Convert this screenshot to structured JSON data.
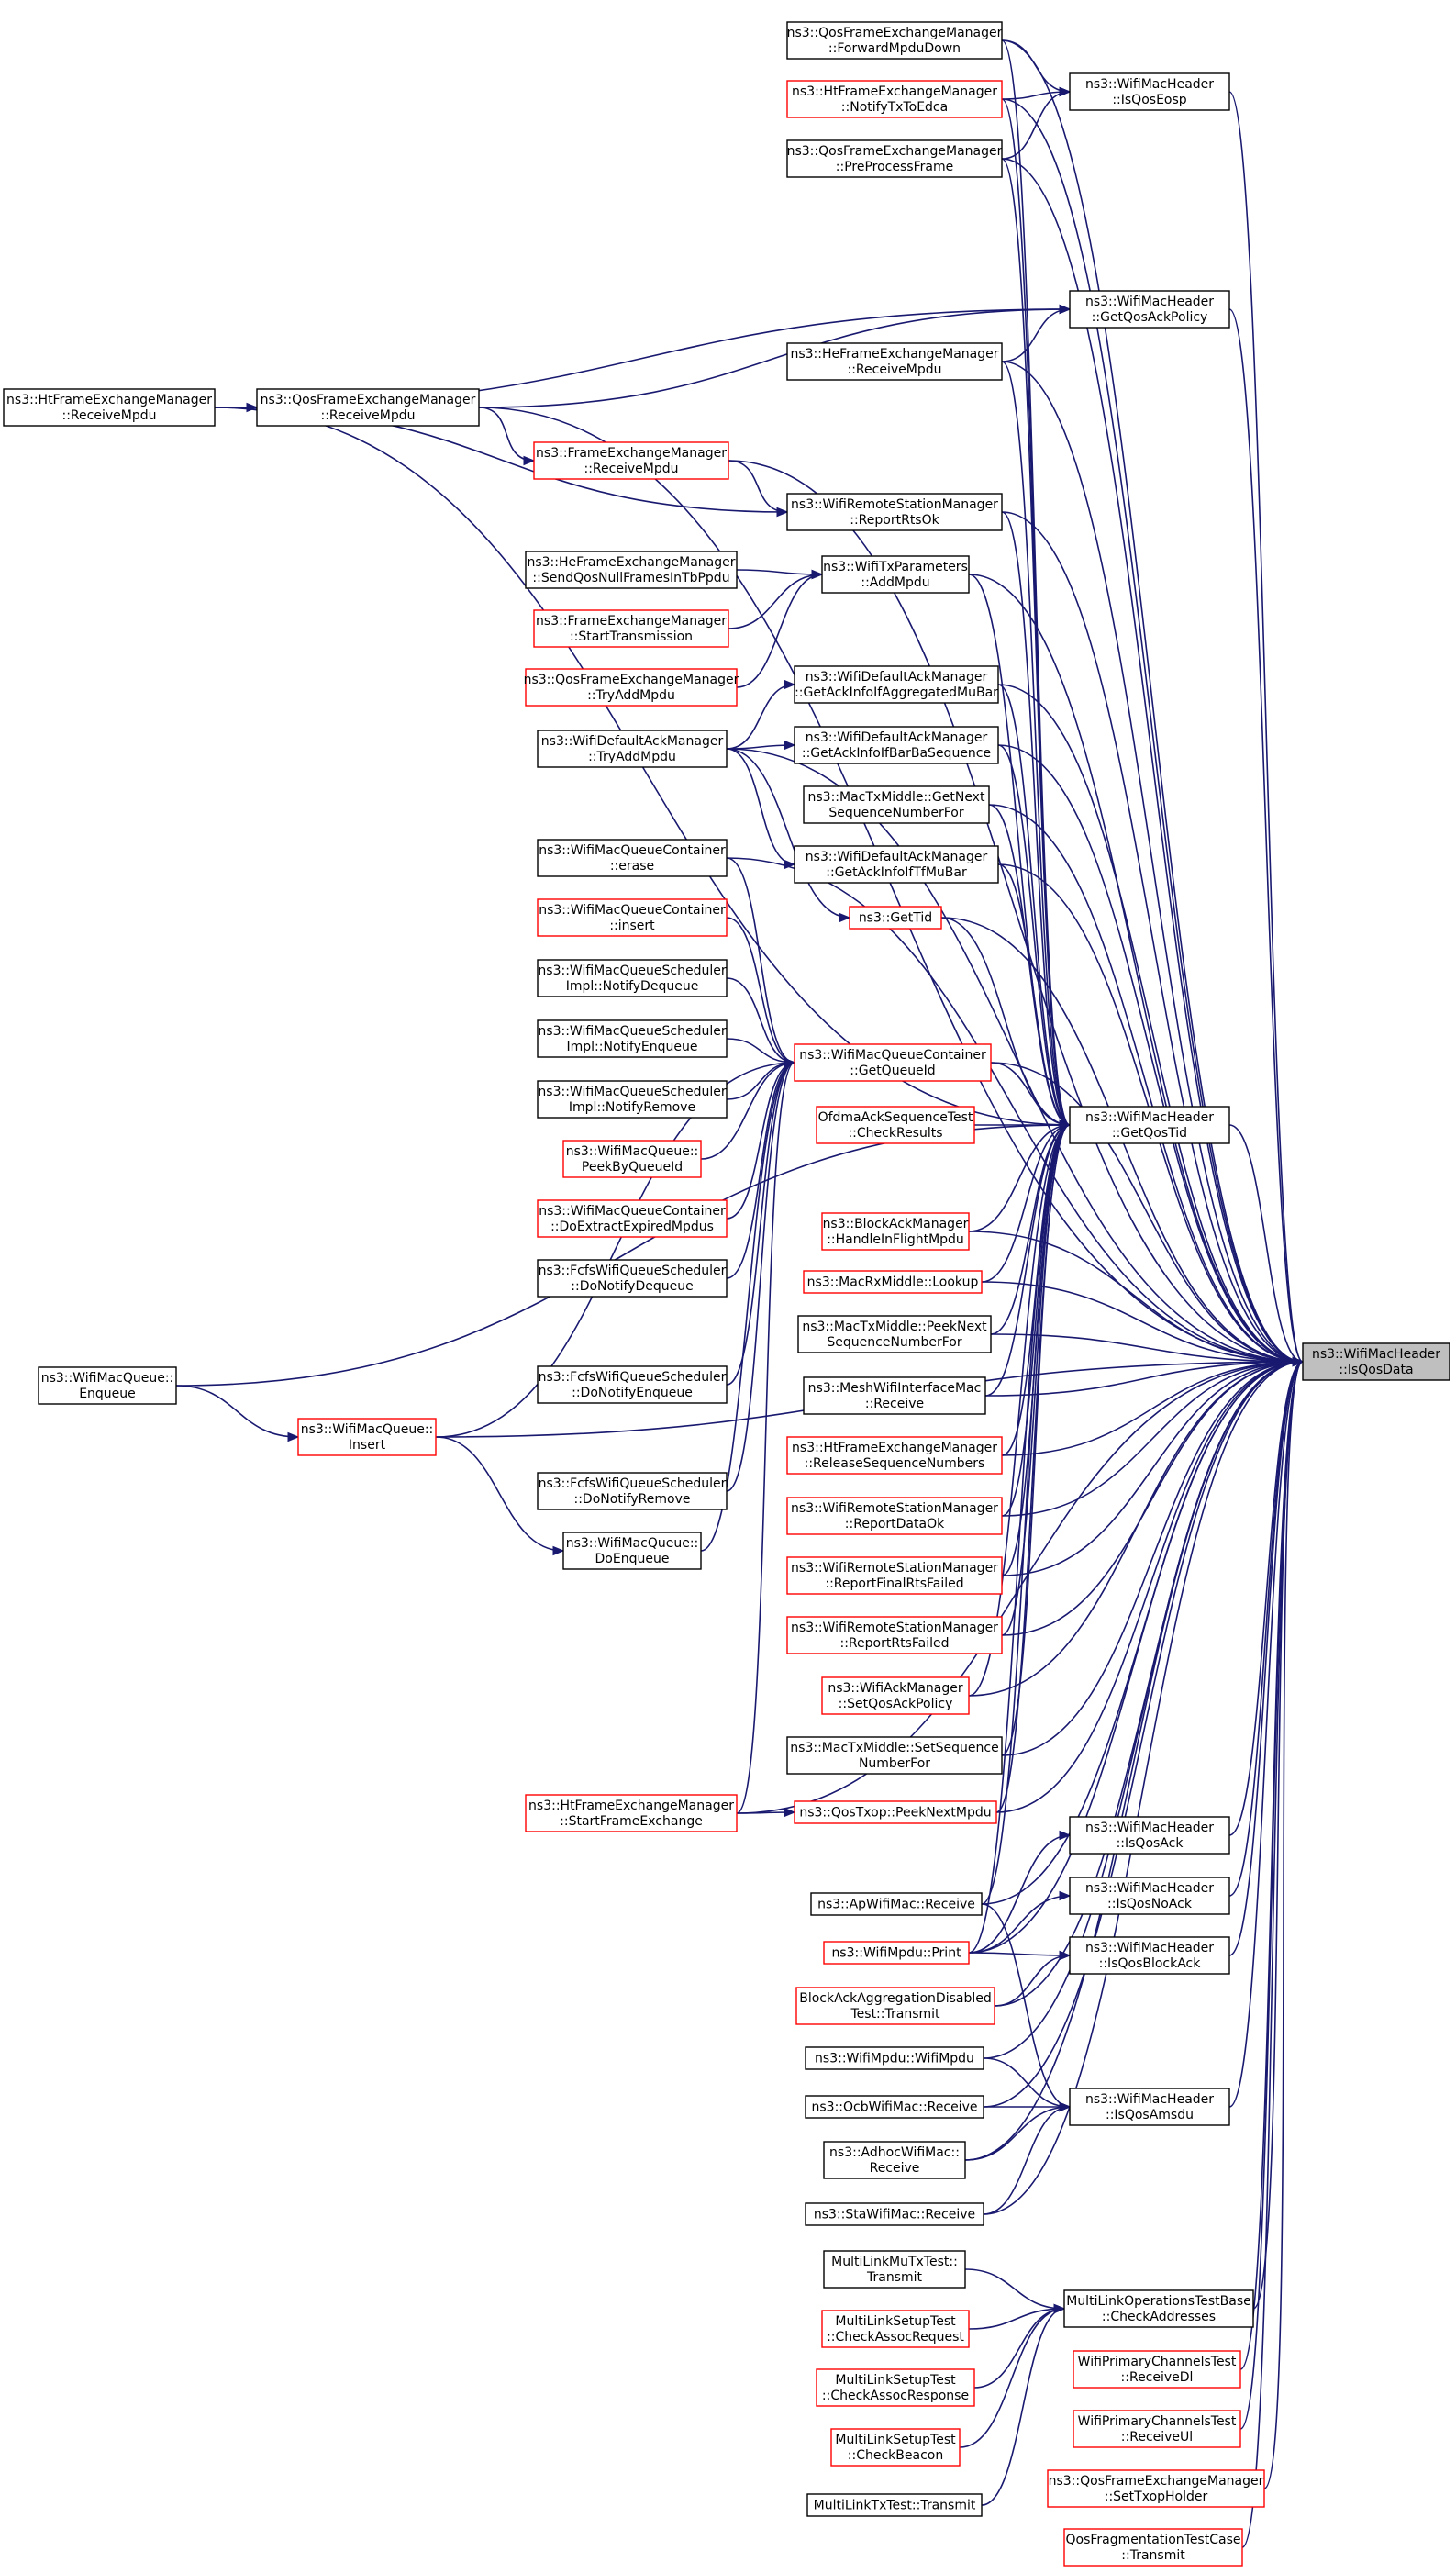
{
  "colors": {
    "edge": "#191970",
    "border_default": "#000000",
    "border_red": "#ff0000",
    "focus_fill": "#bfbfbf",
    "background": "#ffffff"
  },
  "focus": "isqosdata",
  "nodes": [
    {
      "id": "fwd",
      "lines": [
        "ns3::QosFrameExchangeManager",
        "::ForwardMpduDown"
      ],
      "border": "black"
    },
    {
      "id": "notifytx",
      "lines": [
        "ns3::HtFrameExchangeManager",
        "::NotifyTxToEdca"
      ],
      "border": "red"
    },
    {
      "id": "preproc",
      "lines": [
        "ns3::QosFrameExchangeManager",
        "::PreProcessFrame"
      ],
      "border": "black"
    },
    {
      "id": "isqoseosp",
      "lines": [
        "ns3::WifiMacHeader",
        "::IsQosEosp"
      ],
      "border": "black"
    },
    {
      "id": "getqosack",
      "lines": [
        "ns3::WifiMacHeader",
        "::GetQosAckPolicy"
      ],
      "border": "black"
    },
    {
      "id": "herecv",
      "lines": [
        "ns3::HeFrameExchangeManager",
        "::ReceiveMpdu"
      ],
      "border": "black"
    },
    {
      "id": "htrecv",
      "lines": [
        "ns3::HtFrameExchangeManager",
        "::ReceiveMpdu"
      ],
      "border": "black"
    },
    {
      "id": "qosrecv",
      "lines": [
        "ns3::QosFrameExchangeManager",
        "::ReceiveMpdu"
      ],
      "border": "black"
    },
    {
      "id": "ferecv",
      "lines": [
        "ns3::FrameExchangeManager",
        "::ReceiveMpdu"
      ],
      "border": "red"
    },
    {
      "id": "reportrts",
      "lines": [
        "ns3::WifiRemoteStationManager",
        "::ReportRtsOk"
      ],
      "border": "black"
    },
    {
      "id": "sendqosnull",
      "lines": [
        "ns3::HeFrameExchangeManager",
        "::SendQosNullFramesInTbPpdu"
      ],
      "border": "black"
    },
    {
      "id": "starttx",
      "lines": [
        "ns3::FrameExchangeManager",
        "::StartTransmission"
      ],
      "border": "red"
    },
    {
      "id": "qostryadd",
      "lines": [
        "ns3::QosFrameExchangeManager",
        "::TryAddMpdu"
      ],
      "border": "red"
    },
    {
      "id": "txaddmpdu",
      "lines": [
        "ns3::WifiTxParameters",
        "::AddMpdu"
      ],
      "border": "black"
    },
    {
      "id": "acktryadd",
      "lines": [
        "ns3::WifiDefaultAckManager",
        "::TryAddMpdu"
      ],
      "border": "black"
    },
    {
      "id": "ackmubar",
      "lines": [
        "ns3::WifiDefaultAckManager",
        "::GetAckInfoIfAggregatedMuBar"
      ],
      "border": "black"
    },
    {
      "id": "ackbarba",
      "lines": [
        "ns3::WifiDefaultAckManager",
        "::GetAckInfoIfBarBaSequence"
      ],
      "border": "black"
    },
    {
      "id": "macnextseq",
      "lines": [
        "ns3::MacTxMiddle::GetNext",
        "SequenceNumberFor"
      ],
      "border": "black"
    },
    {
      "id": "acktfmubar",
      "lines": [
        "ns3::WifiDefaultAckManager",
        "::GetAckInfoIfTfMuBar"
      ],
      "border": "black"
    },
    {
      "id": "gettid",
      "lines": [
        "ns3::GetTid"
      ],
      "border": "red"
    },
    {
      "id": "qcerase",
      "lines": [
        "ns3::WifiMacQueueContainer",
        "::erase"
      ],
      "border": "black"
    },
    {
      "id": "qcinsert",
      "lines": [
        "ns3::WifiMacQueueContainer",
        "::insert"
      ],
      "border": "red"
    },
    {
      "id": "schednotifydeq",
      "lines": [
        "ns3::WifiMacQueueScheduler",
        "Impl::NotifyDequeue"
      ],
      "border": "black"
    },
    {
      "id": "schednotifyenq",
      "lines": [
        "ns3::WifiMacQueueScheduler",
        "Impl::NotifyEnqueue"
      ],
      "border": "black"
    },
    {
      "id": "schednotifyrem",
      "lines": [
        "ns3::WifiMacQueueScheduler",
        "Impl::NotifyRemove"
      ],
      "border": "black"
    },
    {
      "id": "peekbyqid",
      "lines": [
        "ns3::WifiMacQueue::",
        "PeekByQueueId"
      ],
      "border": "red"
    },
    {
      "id": "doextract",
      "lines": [
        "ns3::WifiMacQueueContainer",
        "::DoExtractExpiredMpdus"
      ],
      "border": "red"
    },
    {
      "id": "fcfsdeq",
      "lines": [
        "ns3::FcfsWifiQueueScheduler",
        "::DoNotifyDequeue"
      ],
      "border": "black"
    },
    {
      "id": "fcfsenq",
      "lines": [
        "ns3::FcfsWifiQueueScheduler",
        "::DoNotifyEnqueue"
      ],
      "border": "black"
    },
    {
      "id": "fcfsrem",
      "lines": [
        "ns3::FcfsWifiQueueScheduler",
        "::DoNotifyRemove"
      ],
      "border": "black"
    },
    {
      "id": "wmqenqueue",
      "lines": [
        "ns3::WifiMacQueue::",
        "Enqueue"
      ],
      "border": "black"
    },
    {
      "id": "wmqinsert",
      "lines": [
        "ns3::WifiMacQueue::",
        "Insert"
      ],
      "border": "red"
    },
    {
      "id": "wmqdoenq",
      "lines": [
        "ns3::WifiMacQueue::",
        "DoEnqueue"
      ],
      "border": "black"
    },
    {
      "id": "getqueueid",
      "lines": [
        "ns3::WifiMacQueueContainer",
        "::GetQueueId"
      ],
      "border": "red"
    },
    {
      "id": "ofdmack",
      "lines": [
        "OfdmaAckSequenceTest",
        "::CheckResults"
      ],
      "border": "red"
    },
    {
      "id": "getqostid",
      "lines": [
        "ns3::WifiMacHeader",
        "::GetQosTid"
      ],
      "border": "black"
    },
    {
      "id": "bainflight",
      "lines": [
        "ns3::BlockAckManager",
        "::HandleInFlightMpdu"
      ],
      "border": "red"
    },
    {
      "id": "rxlookup",
      "lines": [
        "ns3::MacRxMiddle::Lookup"
      ],
      "border": "red"
    },
    {
      "id": "peeknextseq",
      "lines": [
        "ns3::MacTxMiddle::PeekNext",
        "SequenceNumberFor"
      ],
      "border": "black"
    },
    {
      "id": "meshrecv",
      "lines": [
        "ns3::MeshWifiInterfaceMac",
        "::Receive"
      ],
      "border": "black"
    },
    {
      "id": "releaseseq",
      "lines": [
        "ns3::HtFrameExchangeManager",
        "::ReleaseSequenceNumbers"
      ],
      "border": "red"
    },
    {
      "id": "reportdataok",
      "lines": [
        "ns3::WifiRemoteStationManager",
        "::ReportDataOk"
      ],
      "border": "red"
    },
    {
      "id": "reportfinalrts",
      "lines": [
        "ns3::WifiRemoteStationManager",
        "::ReportFinalRtsFailed"
      ],
      "border": "red"
    },
    {
      "id": "reportrtsfail",
      "lines": [
        "ns3::WifiRemoteStationManager",
        "::ReportRtsFailed"
      ],
      "border": "red"
    },
    {
      "id": "setqosack",
      "lines": [
        "ns3::WifiAckManager",
        "::SetQosAckPolicy"
      ],
      "border": "red"
    },
    {
      "id": "setseq",
      "lines": [
        "ns3::MacTxMiddle::SetSequence",
        "NumberFor"
      ],
      "border": "black"
    },
    {
      "id": "startfe",
      "lines": [
        "ns3::HtFrameExchangeManager",
        "::StartFrameExchange"
      ],
      "border": "red"
    },
    {
      "id": "peeknextmpdu",
      "lines": [
        "ns3::QosTxop::PeekNextMpdu"
      ],
      "border": "red"
    },
    {
      "id": "isqosdata",
      "lines": [
        "ns3::WifiMacHeader",
        "::IsQosData"
      ],
      "border": "black"
    },
    {
      "id": "isqosack",
      "lines": [
        "ns3::WifiMacHeader",
        "::IsQosAck"
      ],
      "border": "black"
    },
    {
      "id": "isqosnoack",
      "lines": [
        "ns3::WifiMacHeader",
        "::IsQosNoAck"
      ],
      "border": "black"
    },
    {
      "id": "isqosblockack",
      "lines": [
        "ns3::WifiMacHeader",
        "::IsQosBlockAck"
      ],
      "border": "black"
    },
    {
      "id": "aprecv",
      "lines": [
        "ns3::ApWifiMac::Receive"
      ],
      "border": "black"
    },
    {
      "id": "mpduprint",
      "lines": [
        "ns3::WifiMpdu::Print"
      ],
      "border": "red"
    },
    {
      "id": "badisabled",
      "lines": [
        "BlockAckAggregationDisabled",
        "Test::Transmit"
      ],
      "border": "red"
    },
    {
      "id": "wifimpdu",
      "lines": [
        "ns3::WifiMpdu::WifiMpdu"
      ],
      "border": "black"
    },
    {
      "id": "ocbrecv",
      "lines": [
        "ns3::OcbWifiMac::Receive"
      ],
      "border": "black"
    },
    {
      "id": "isqosamsdu",
      "lines": [
        "ns3::WifiMacHeader",
        "::IsQosAmsdu"
      ],
      "border": "black"
    },
    {
      "id": "adhocrecv",
      "lines": [
        "ns3::AdhocWifiMac::",
        "Receive"
      ],
      "border": "black"
    },
    {
      "id": "starecv",
      "lines": [
        "ns3::StaWifiMac::Receive"
      ],
      "border": "black"
    },
    {
      "id": "mlmutx",
      "lines": [
        "MultiLinkMuTxTest::",
        "Transmit"
      ],
      "border": "black"
    },
    {
      "id": "mlcheckaddr",
      "lines": [
        "MultiLinkOperationsTestBase",
        "::CheckAddresses"
      ],
      "border": "black"
    },
    {
      "id": "mlassocreq",
      "lines": [
        "MultiLinkSetupTest",
        "::CheckAssocRequest"
      ],
      "border": "red"
    },
    {
      "id": "mlassocresp",
      "lines": [
        "MultiLinkSetupTest",
        "::CheckAssocResponse"
      ],
      "border": "red"
    },
    {
      "id": "mlbeacon",
      "lines": [
        "MultiLinkSetupTest",
        "::CheckBeacon"
      ],
      "border": "red"
    },
    {
      "id": "mltx",
      "lines": [
        "MultiLinkTxTest::Transmit"
      ],
      "border": "black"
    },
    {
      "id": "primdl",
      "lines": [
        "WifiPrimaryChannelsTest",
        "::ReceiveDl"
      ],
      "border": "red"
    },
    {
      "id": "primul",
      "lines": [
        "WifiPrimaryChannelsTest",
        "::ReceiveUl"
      ],
      "border": "red"
    },
    {
      "id": "settxop",
      "lines": [
        "ns3::QosFrameExchangeManager",
        "::SetTxopHolder"
      ],
      "border": "red"
    },
    {
      "id": "qosfrag",
      "lines": [
        "QosFragmentationTestCase",
        "::Transmit"
      ],
      "border": "red"
    }
  ]
}
